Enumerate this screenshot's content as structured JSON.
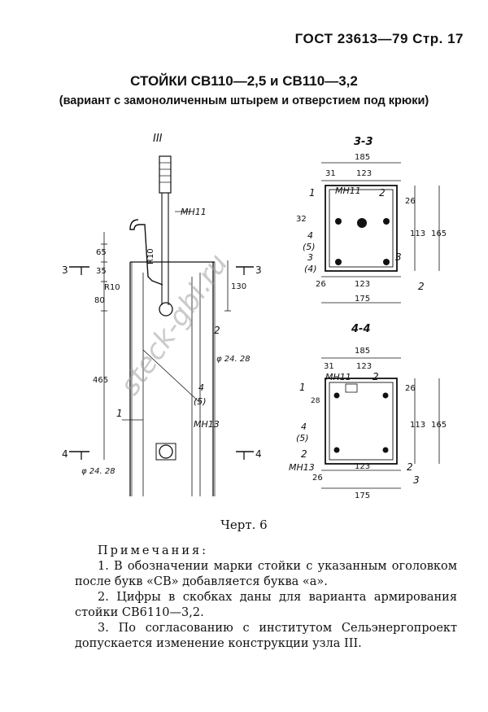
{
  "header": {
    "standard_ref": "ГОСТ 23613—79 Стр. 17"
  },
  "title": "СТОЙКИ СВ110—2,5 и СВ110—3,2",
  "subtitle": "(вариант с замоноличенным штырем и отверстием под крюки)",
  "figure": {
    "node_label": "III",
    "mh11": "МН11",
    "mh13": "МН13",
    "hole_upper": "φ 24. 28",
    "hole_lower": "φ 24. 28",
    "r10_a": "R10",
    "r10_b": "R10",
    "section_3": "3",
    "section_4": "4",
    "dim_65": "65",
    "dim_35": "35",
    "dim_80": "80",
    "dim_130": "130",
    "dim_465": "465",
    "pos_1": "1",
    "pos_2": "2",
    "pos_4_5": "4",
    "pos_4_5b": "(5)",
    "section_33": {
      "label": "3-3",
      "w185": "185",
      "w31": "31",
      "w123": "123",
      "w26": "26",
      "w175": "175",
      "h32": "32",
      "h113": "113",
      "h165": "165",
      "h26": "26",
      "p1": "1",
      "p2": "2",
      "p3": "3",
      "p4": "4",
      "p5": "(5)",
      "p3b": "3",
      "p4b": "(4)",
      "p2b": "2"
    },
    "section_44": {
      "label": "4-4",
      "w185": "185",
      "w31": "31",
      "w123": "123",
      "w26": "26",
      "w175": "175",
      "h26": "26",
      "h113": "113",
      "h165": "165",
      "h28": "28",
      "p1": "1",
      "p2": "2",
      "p4": "4",
      "p5": "(5)",
      "p2b": "2",
      "p2c": "2",
      "p3": "3"
    }
  },
  "caption": "Черт. 6",
  "notes": {
    "heading": "Примечания:",
    "items": [
      "1. В обозначении марки стойки с указанным оголовком после букв «СВ» добавляется буква «а».",
      "2. Цифры в скобках даны для варианта армирования стойки СВ6110—3,2.",
      "3. По согласованию с институтом Сельэнергопроект допускается изменение конструкции узла III."
    ]
  },
  "watermark": "steck-gbi.ru"
}
